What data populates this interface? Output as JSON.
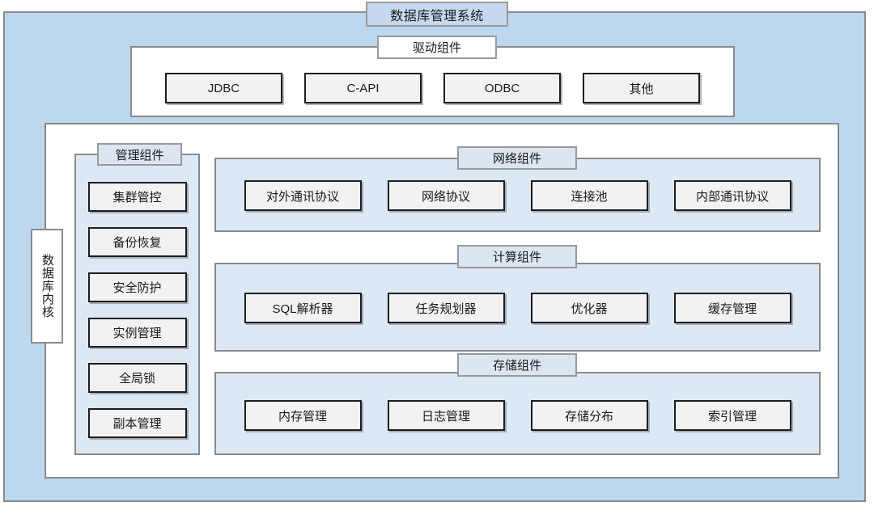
{
  "diagram": {
    "title": "数据库管理系统",
    "driver_section": {
      "title": "驱动组件",
      "items": [
        "JDBC",
        "C-API",
        "ODBC",
        "其他"
      ]
    },
    "kernel_section": {
      "label": "数据库内核",
      "management": {
        "title": "管理组件",
        "items": [
          "集群管控",
          "备份恢复",
          "安全防护",
          "实例管理",
          "全局锁",
          "副本管理"
        ]
      },
      "panels": [
        {
          "id": "network",
          "title": "网络组件",
          "items": [
            "对外通讯协议",
            "网络协议",
            "连接池",
            "内部通讯协议"
          ]
        },
        {
          "id": "compute",
          "title": "计算组件",
          "items": [
            "SQL解析器",
            "任务规划器",
            "优化器",
            "缓存管理"
          ]
        },
        {
          "id": "storage",
          "title": "存储组件",
          "items": [
            "内存管理",
            "日志管理",
            "存储分布",
            "索引管理"
          ]
        }
      ]
    }
  },
  "colors": {
    "outer_fill": "#bdd7ee",
    "panel_fill": "#dce9f5",
    "tab_fill": "#dce6f1",
    "leaf_fill": "#f2f2f2",
    "leaf_border": "#1d1d1d",
    "panel_border": "#8a8a8a"
  }
}
